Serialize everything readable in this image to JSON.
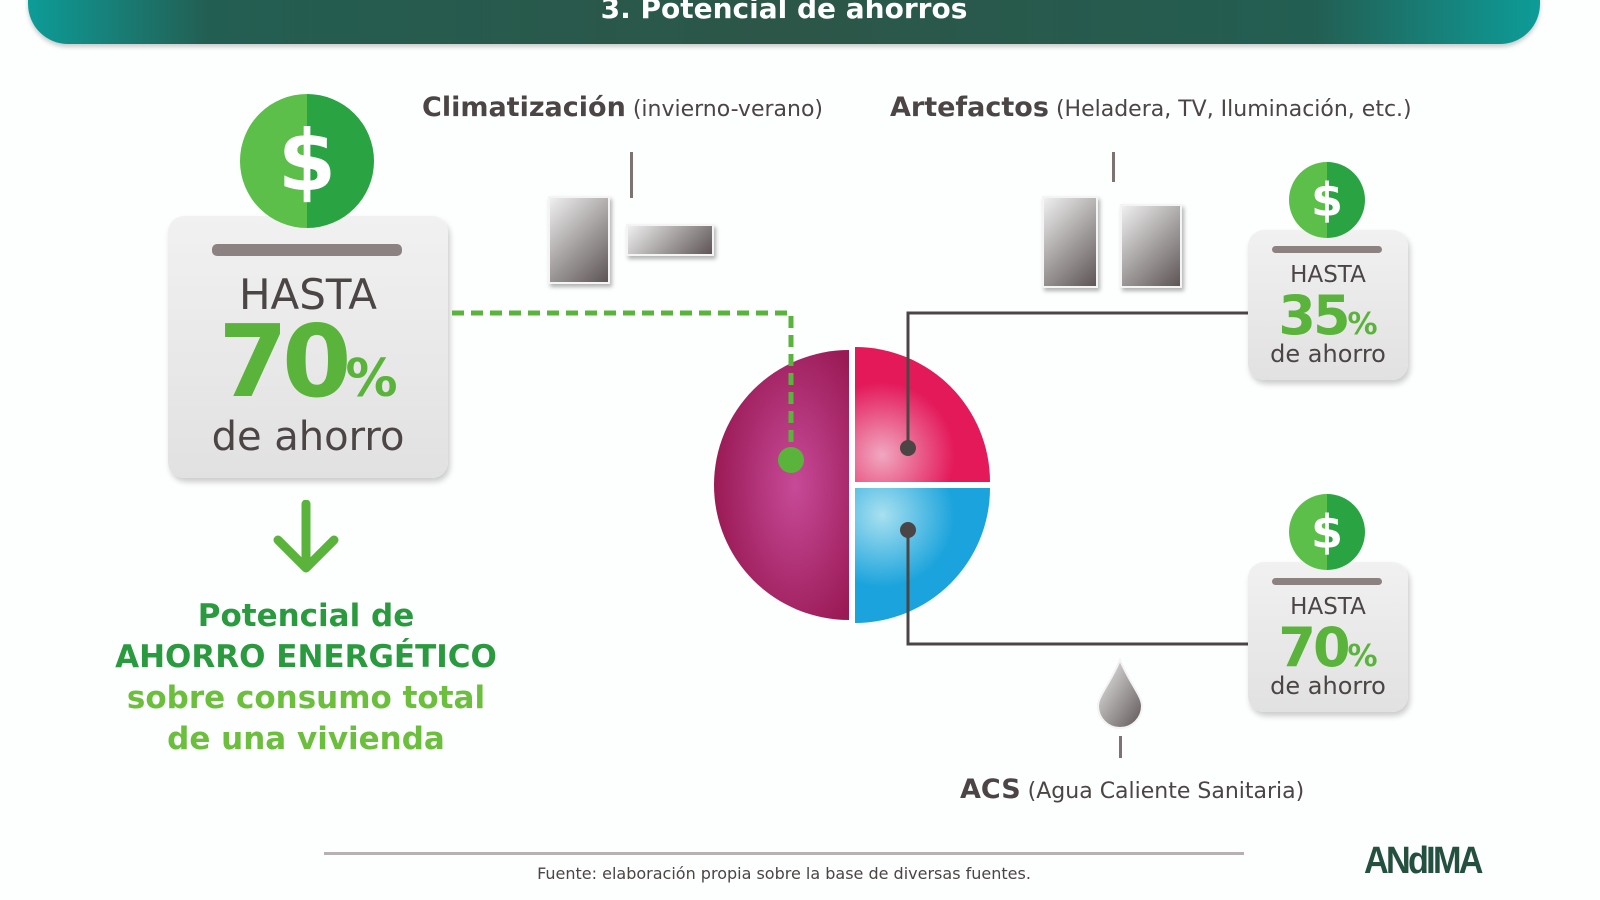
{
  "header": {
    "title": "3. Potencial de ahorros"
  },
  "main_card": {
    "icon": "dollar-icon",
    "symbol": "$",
    "hasta": "HASTA",
    "percent": "70",
    "percent_sign": "%",
    "suffix": "de ahorro"
  },
  "summary": {
    "line1": "Potencial de",
    "line2": "AHORRO ENERGÉTICO",
    "line3": "sobre consumo total",
    "line4": "de una vivienda"
  },
  "categories": {
    "clima": {
      "name": "Climatización",
      "detail": "(invierno-verano)"
    },
    "artefactos": {
      "name": "Artefactos",
      "detail": "(Heladera, TV, Iluminación, etc.)"
    },
    "acs": {
      "name": "ACS",
      "detail": "(Agua Caliente Sanitaria)"
    }
  },
  "cards": [
    {
      "symbol": "$",
      "hasta": "HASTA",
      "percent": "35",
      "percent_sign": "%",
      "suffix": "de ahorro"
    },
    {
      "symbol": "$",
      "hasta": "HASTA",
      "percent": "70",
      "percent_sign": "%",
      "suffix": "de ahorro"
    }
  ],
  "footer": {
    "source": "Fuente: elaboración propia sobre la base de diversas fuentes.",
    "logo": "ANdIMA"
  },
  "colors": {
    "green": "#5ab43c",
    "dark_green": "#2a9a3f",
    "magenta": "#a3195b",
    "pink": "#e3195a",
    "blue": "#1aa3dc"
  }
}
